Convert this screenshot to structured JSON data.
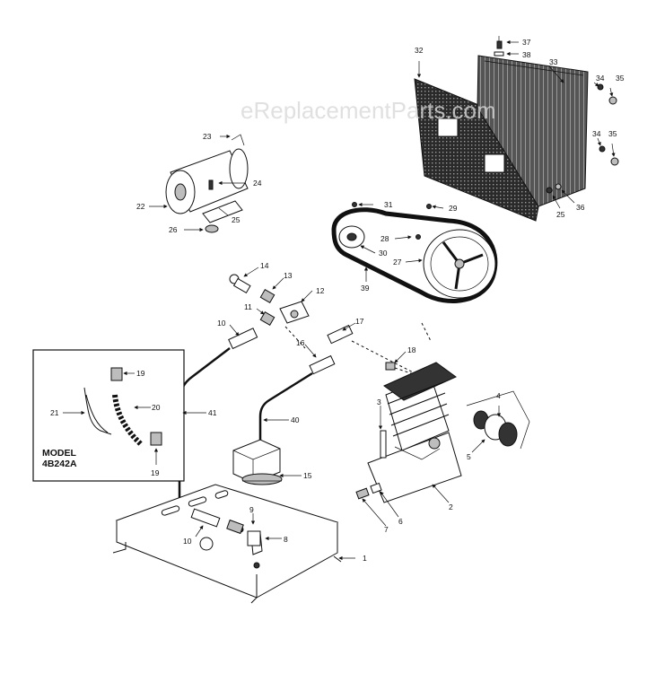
{
  "watermark": "eReplacementParts.com",
  "inset": {
    "model_line1": "MODEL",
    "model_line2": "4B242A"
  },
  "callouts": {
    "c1": "1",
    "c2": "2",
    "c3": "3",
    "c4": "4",
    "c5": "5",
    "c6": "6",
    "c7": "7",
    "c8": "8",
    "c9": "9",
    "c10a": "10",
    "c10b": "10",
    "c11": "11",
    "c12": "12",
    "c13": "13",
    "c14": "14",
    "c15": "15",
    "c16": "16",
    "c17": "17",
    "c18": "18",
    "c19a": "19",
    "c19b": "19",
    "c20": "20",
    "c21": "21",
    "c22": "22",
    "c23": "23",
    "c24": "24",
    "c25a": "25",
    "c25b": "25",
    "c26": "26",
    "c27": "27",
    "c28": "28",
    "c29": "29",
    "c30": "30",
    "c31": "31",
    "c32": "32",
    "c33": "33",
    "c34a": "34",
    "c34b": "34",
    "c35a": "35",
    "c35b": "35",
    "c36": "36",
    "c37": "37",
    "c38": "38",
    "c39": "39",
    "c40": "40",
    "c41": "41"
  }
}
